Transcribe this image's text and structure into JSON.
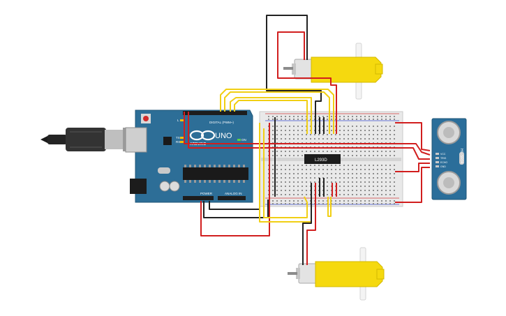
{
  "arduino": {
    "brand": "ARDUINO",
    "model": "UNO",
    "digital_label": "DIGITAL (PWM~)",
    "power_label": "POWER",
    "analog_label": "ANALOG IN",
    "led_labels": [
      "L",
      "TX",
      "RX"
    ],
    "on_label": "ON"
  },
  "ic": {
    "label": "L293D"
  },
  "sensor": {
    "label": "HC-SR04",
    "pins": [
      "VCC",
      "TRIG",
      "ECHO",
      "GND"
    ]
  },
  "colors": {
    "arduino_board": "#2d6e97",
    "breadboard": "#e9e9e9",
    "wire_red": "#d11e1e",
    "wire_black": "#222222",
    "wire_yellow": "#f1cf14",
    "motor_yellow": "#f5d90f",
    "sensor_board": "#2b6e9a"
  }
}
